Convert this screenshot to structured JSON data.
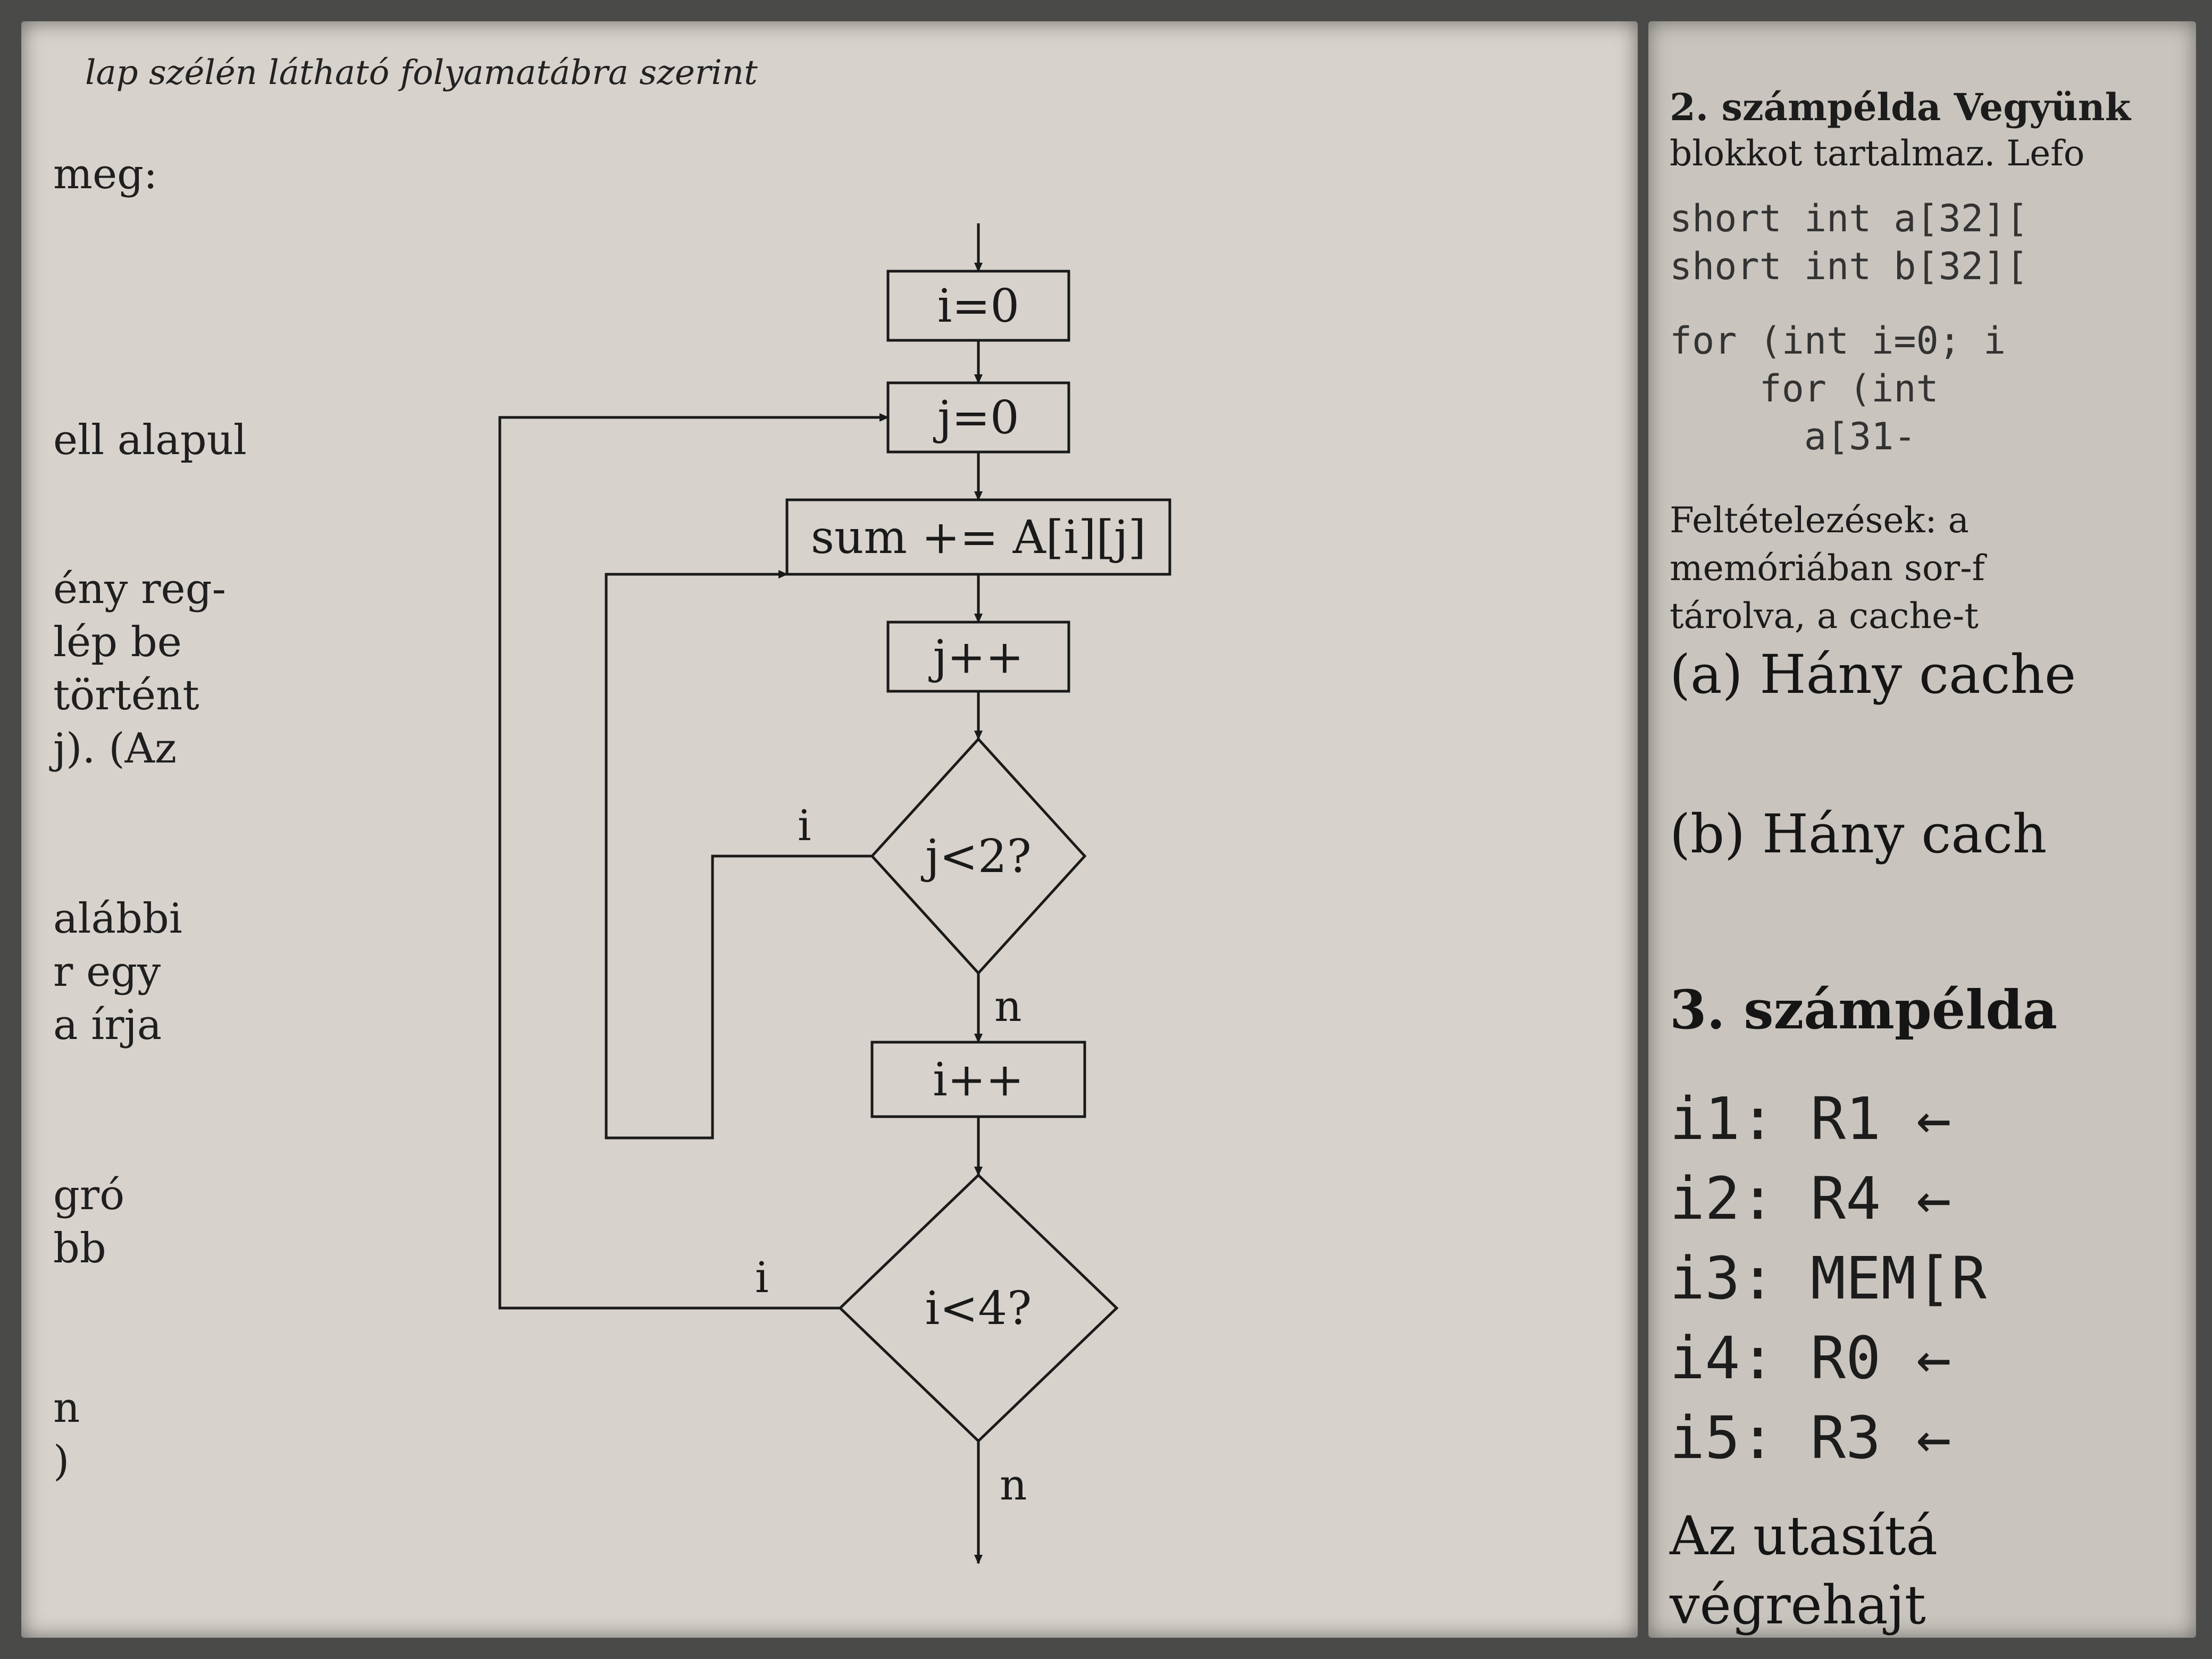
{
  "left_page": {
    "header": "lap szélén látható folyamatábra szerint",
    "fragments": [
      "meg:",
      "ell alapul",
      "ény reg-",
      "lép be",
      "történt",
      "j). (Az",
      "alábbi",
      "r egy",
      "a írja",
      "gró",
      "bb",
      "n",
      ")"
    ]
  },
  "flowchart": {
    "nodes": {
      "i_init": "i=0",
      "j_init": "j=0",
      "sum": "sum += A[i][j]",
      "j_inc": "j++",
      "j_cond": "j<2?",
      "i_inc": "i++",
      "i_cond": "i<4?"
    },
    "labels": {
      "j_yes": "i",
      "j_no": "n",
      "i_yes": "i",
      "i_no": "n"
    }
  },
  "right_page": {
    "ex2_title": "2. számpélda Vegyünk",
    "ex2_line": "blokkot tartalmaz. Lefo",
    "code": [
      "short int a[32][",
      "short int b[32][",
      "for (int i=0; i",
      "    for (int",
      "      a[31-"
    ],
    "assumptions": [
      "Feltételezések: a",
      "memóriában sor-f",
      "tárolva, a cache-t"
    ],
    "q_a": "(a) Hány cache",
    "q_b": "(b) Hány cach",
    "ex3_title": "3. számpélda",
    "instructions": [
      "i1: R1 ←",
      "i2: R4 ←",
      "i3: MEM[R",
      "i4: R0 ←",
      "i5: R3 ←"
    ],
    "footer": [
      "Az utasítá",
      "végrehajt"
    ]
  }
}
